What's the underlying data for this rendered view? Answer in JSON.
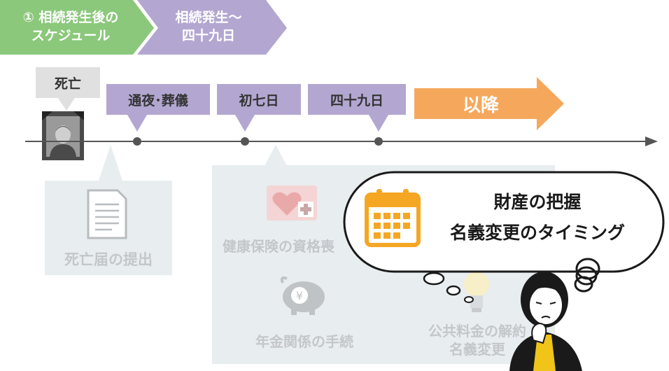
{
  "steps": {
    "current": "① 相続発生後の\nスケジュール",
    "next": "相続発生～\n四十九日"
  },
  "timeline": {
    "death_label": "死亡",
    "tags": [
      "通夜･葬儀",
      "初七日",
      "四十九日"
    ],
    "after_label": "以降"
  },
  "tasks": {
    "death_notice": "死亡届の提出",
    "health_insurance": "健康保険の資格喪",
    "pension": "年金関係の手続",
    "utilities": "公共料金の解約\n名義変更"
  },
  "speech": {
    "line1": "財産の把握",
    "line2": "名義変更のタイミング"
  },
  "colors": {
    "green": "#8bc87b",
    "purple": "#b3a7d1",
    "orange": "#f5a85c",
    "gray_panel": "#e8edf0"
  }
}
